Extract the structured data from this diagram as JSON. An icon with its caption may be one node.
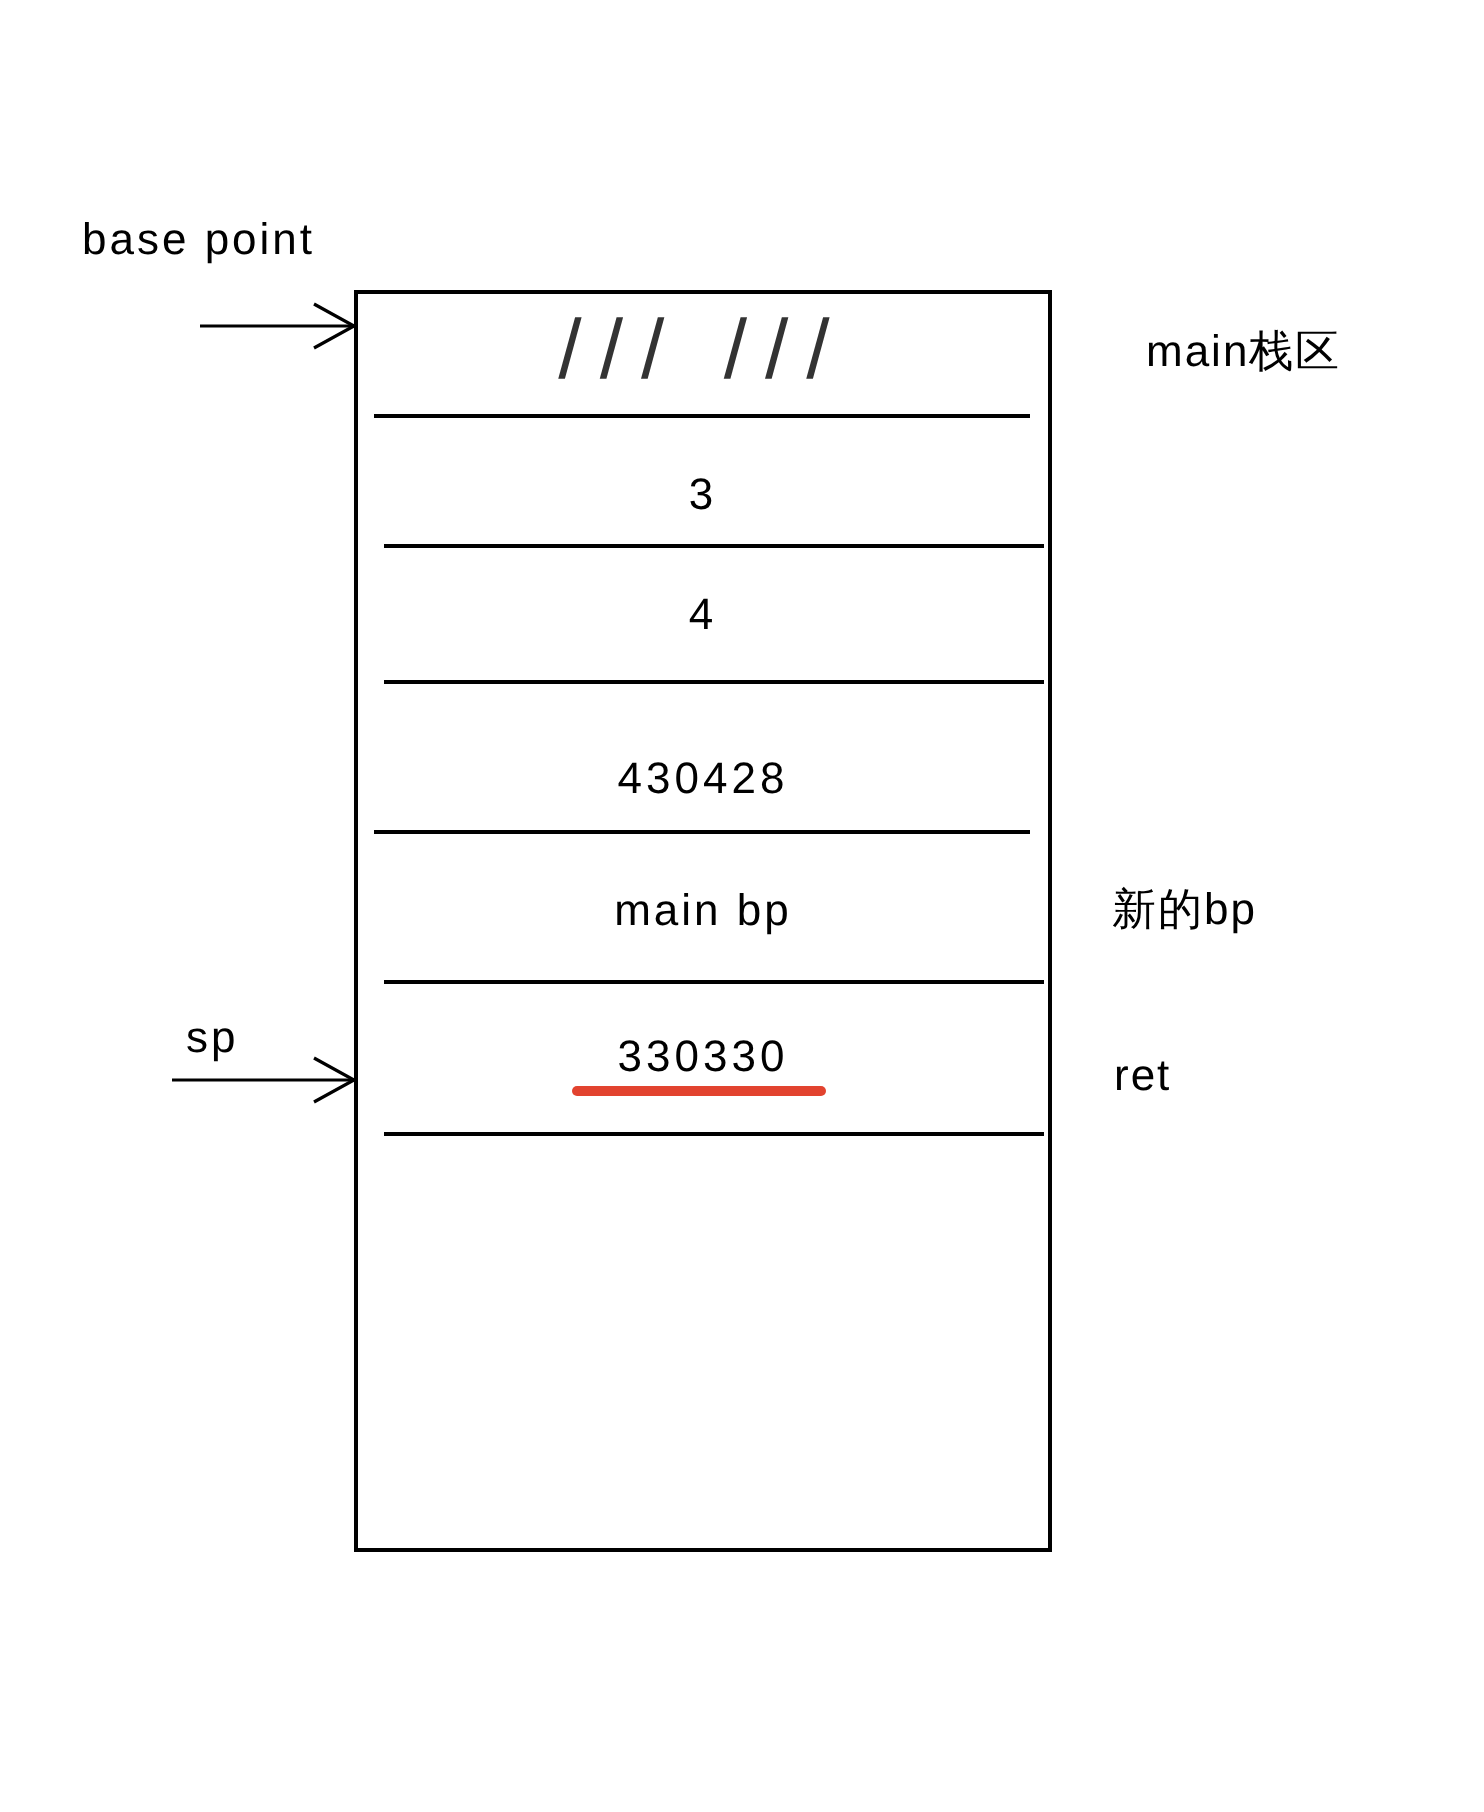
{
  "diagram": {
    "nodes": [
      {
        "text": [],
        "shape": "box",
        "beside": [
          "main栈区"
        ]
      },
      {
        "text": [
          "/// ///"
        ],
        "in": 0
      },
      {
        "text": [
          "3"
        ],
        "in": 0
      },
      {
        "text": [
          "4"
        ],
        "in": 0
      },
      {
        "text": [
          "430428"
        ],
        "in": 0
      },
      {
        "text": [
          "main bp"
        ],
        "in": 0,
        "beside": [
          "新的bp"
        ]
      },
      {
        "text": [
          "330330"
        ],
        "in": 0,
        "beside": [
          "ret"
        ]
      }
    ],
    "edges": [
      {
        "from": null,
        "to": 1,
        "arrow": "to",
        "label": "base point"
      },
      {
        "from": null,
        "to": 6,
        "arrow": "to",
        "label": "sp"
      }
    ]
  }
}
